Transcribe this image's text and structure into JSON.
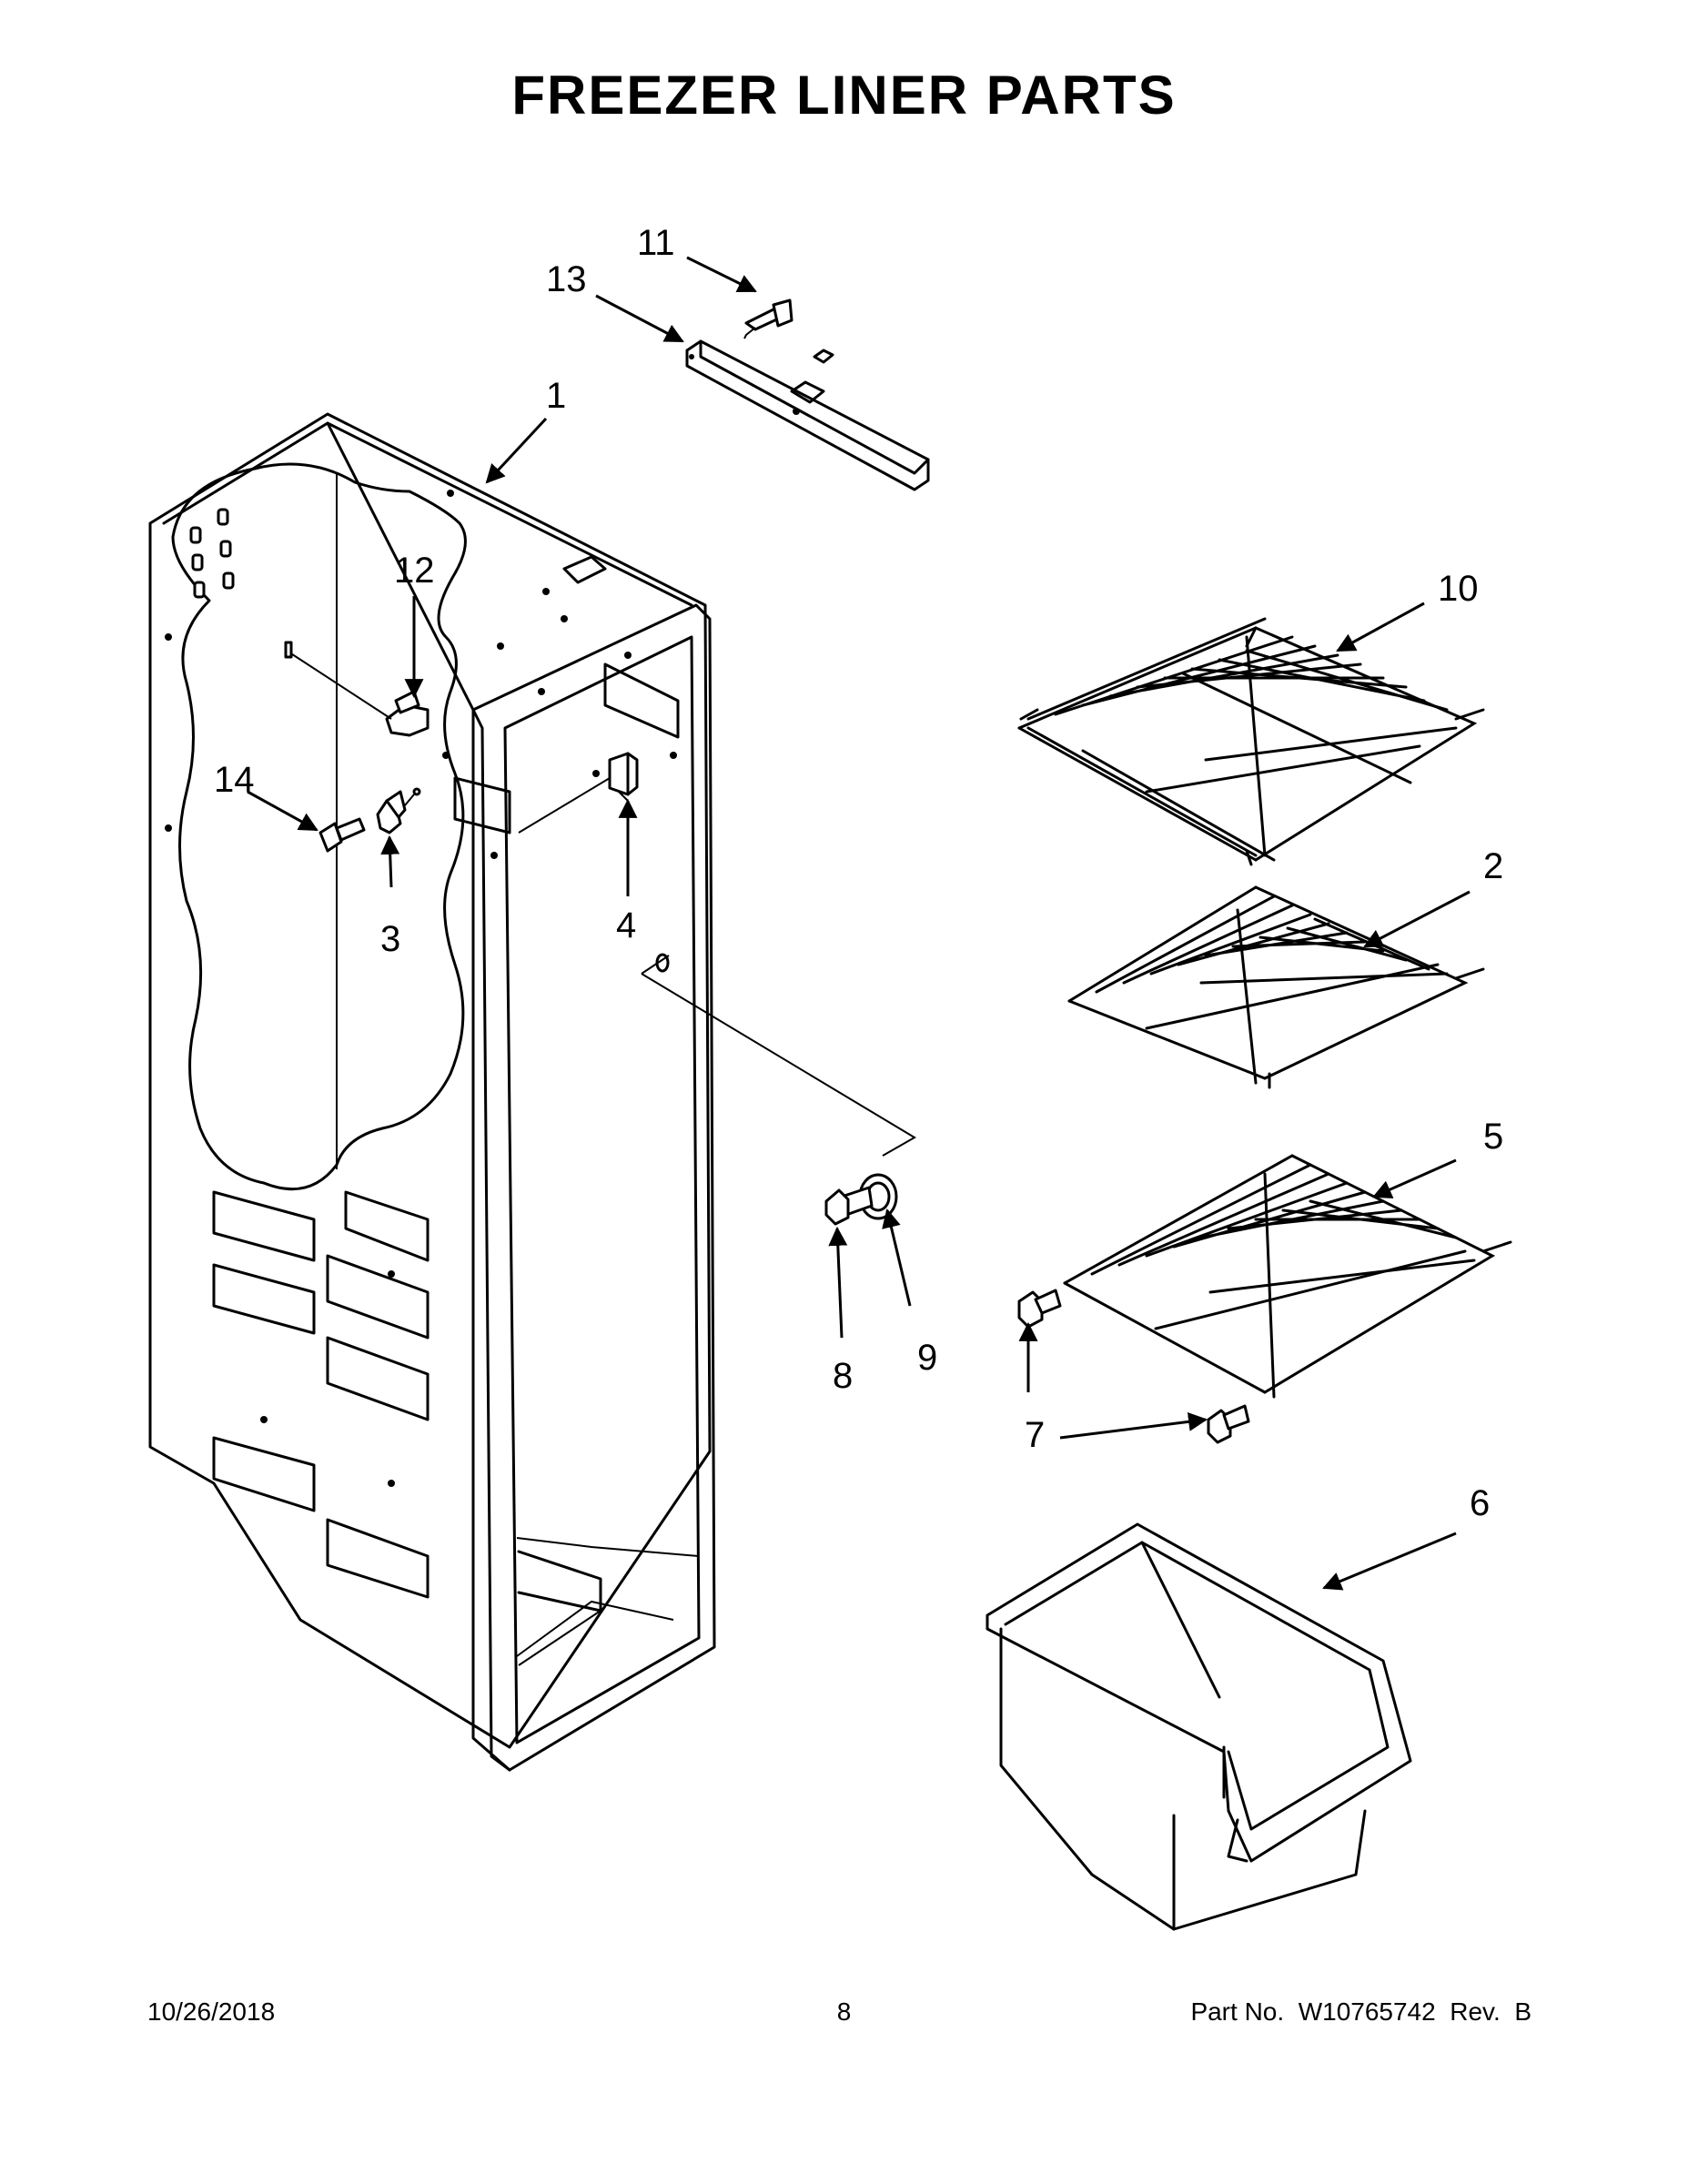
{
  "page": {
    "title": "FREEZER LINER PARTS",
    "footer": {
      "date": "10/26/2018",
      "page_number": "8",
      "part_number": "Part No.  W10765742  Rev.  B"
    }
  },
  "callouts": [
    "1",
    "2",
    "3",
    "4",
    "5",
    "6",
    "7",
    "8",
    "9",
    "10",
    "11",
    "12",
    "13",
    "14"
  ]
}
